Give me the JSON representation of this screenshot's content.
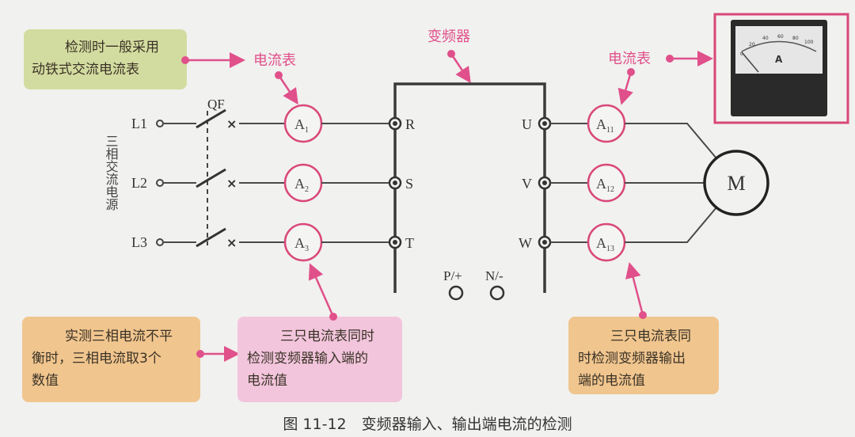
{
  "colors": {
    "accent": "#e0508a",
    "green_note": "#d3dca0",
    "orange_note": "#f0c58e",
    "pink_note": "#f2c5dc",
    "wire": "#4a4a4a"
  },
  "notes": {
    "meter_type": [
      "检测时一般采用",
      "动铁式交流电流表"
    ],
    "unbalance": [
      "实测三相电流不平",
      "衡时，三相电流取3个",
      "数值"
    ],
    "input_meters": [
      "三只电流表同时",
      "检测变频器输入端的",
      "电流值"
    ],
    "output_meters": [
      "三只电流表同",
      "时检测变频器输出",
      "端的电流值"
    ]
  },
  "labels": {
    "ammeter_left": "电流表",
    "ammeter_right": "电流表",
    "inverter": "变频器",
    "breaker": "QF",
    "source": "三相交流电源",
    "lines": [
      "L1",
      "L2",
      "L3"
    ],
    "inputs": [
      "R",
      "S",
      "T"
    ],
    "outputs": [
      "U",
      "V",
      "W"
    ],
    "dc_plus": "P/+",
    "dc_minus": "N/-",
    "motor": "M",
    "meters_in": [
      {
        "base": "A",
        "sub": "1"
      },
      {
        "base": "A",
        "sub": "2"
      },
      {
        "base": "A",
        "sub": "3"
      }
    ],
    "meters_out": [
      {
        "base": "A",
        "sub": "11"
      },
      {
        "base": "A",
        "sub": "12"
      },
      {
        "base": "A",
        "sub": "13"
      }
    ],
    "photo_meter_unit": "A",
    "photo_scale": [
      "0",
      "20",
      "40",
      "60",
      "80",
      "100"
    ]
  },
  "caption": "图 11-12　变频器输入、输出端电流的检测"
}
